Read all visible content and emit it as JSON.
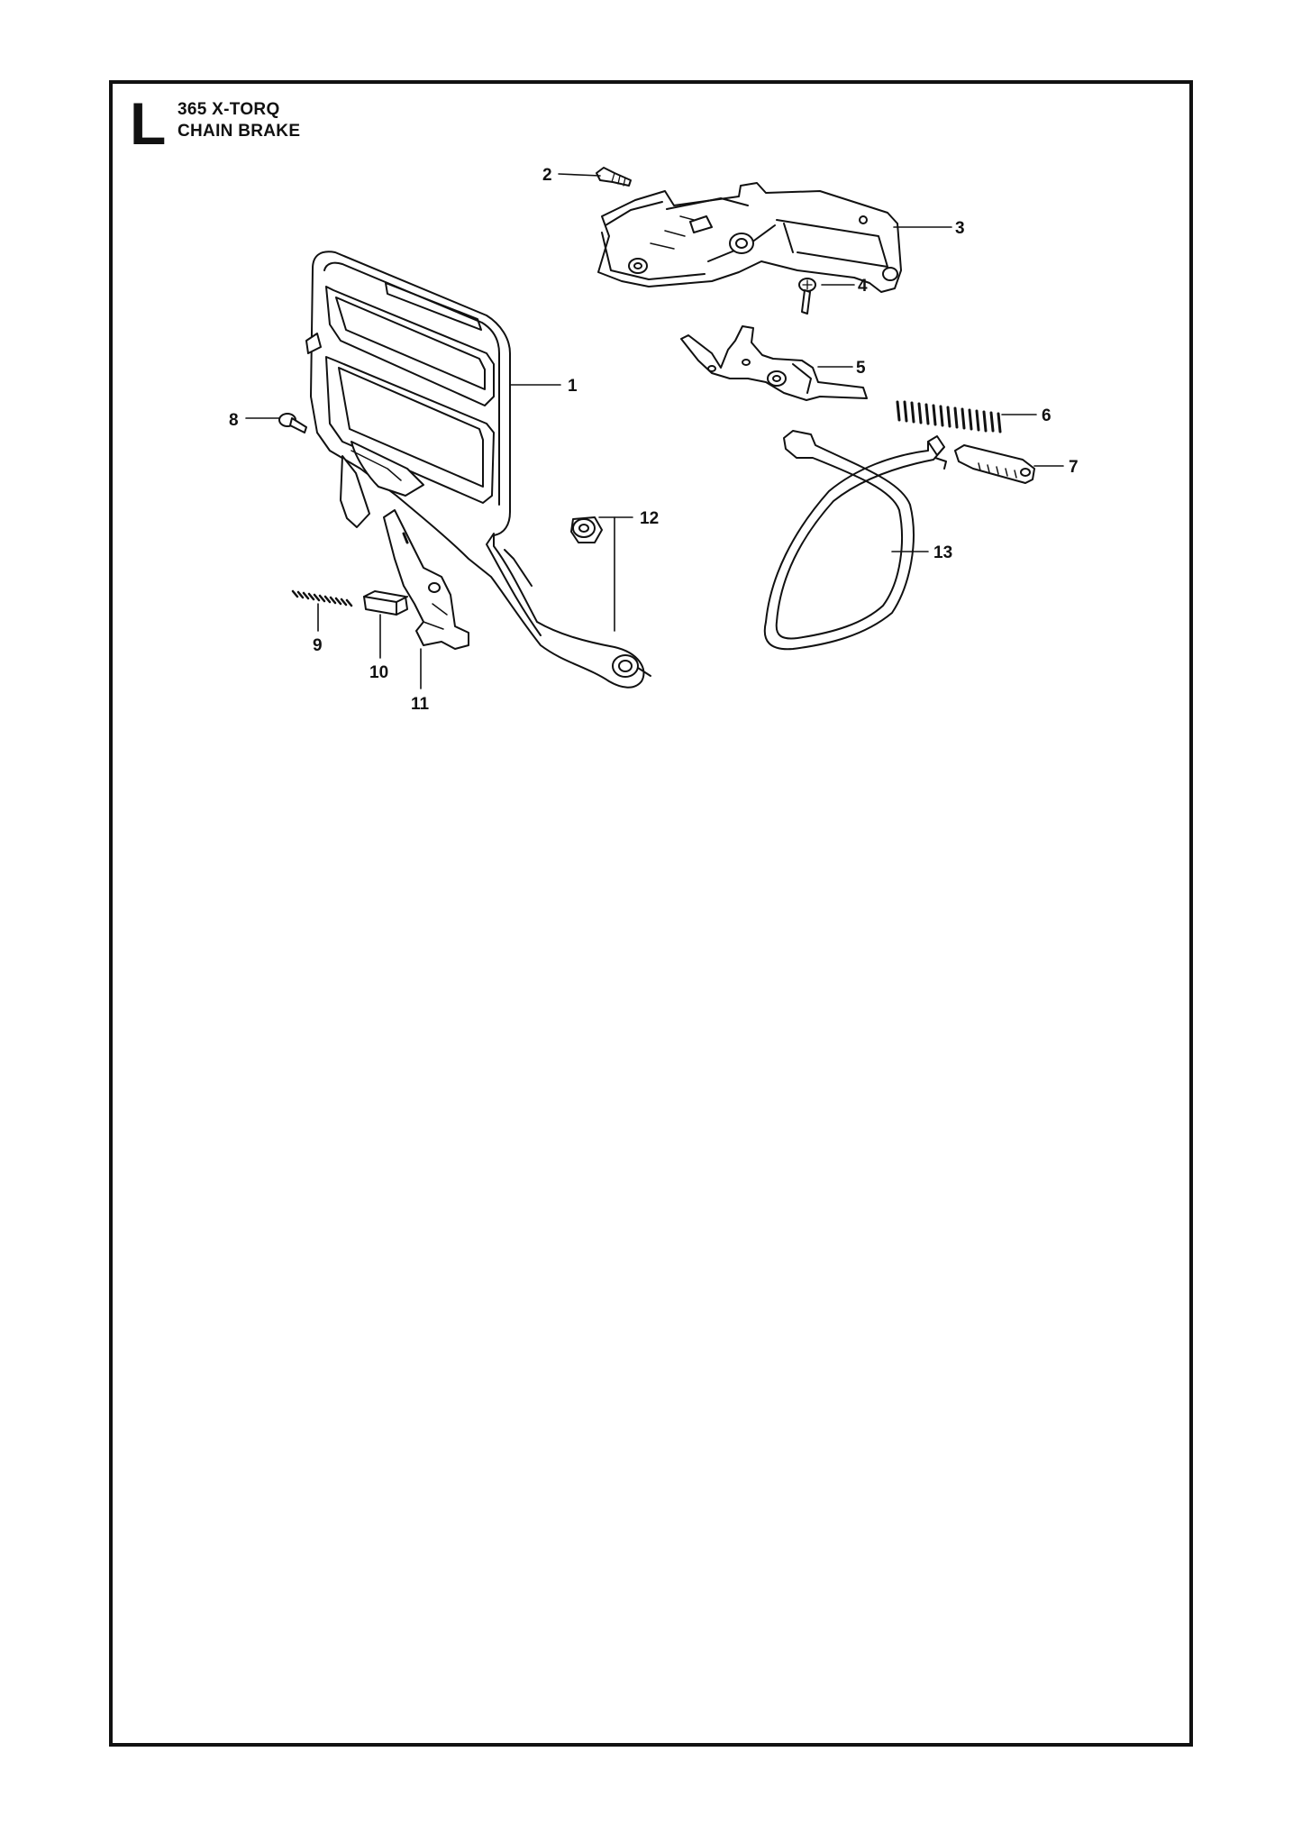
{
  "section_letter": "L",
  "model": "365 X-TORQ",
  "section_title": "CHAIN BRAKE",
  "callouts": [
    "1",
    "2",
    "3",
    "4",
    "5",
    "6",
    "7",
    "8",
    "9",
    "10",
    "11",
    "12",
    "13"
  ]
}
